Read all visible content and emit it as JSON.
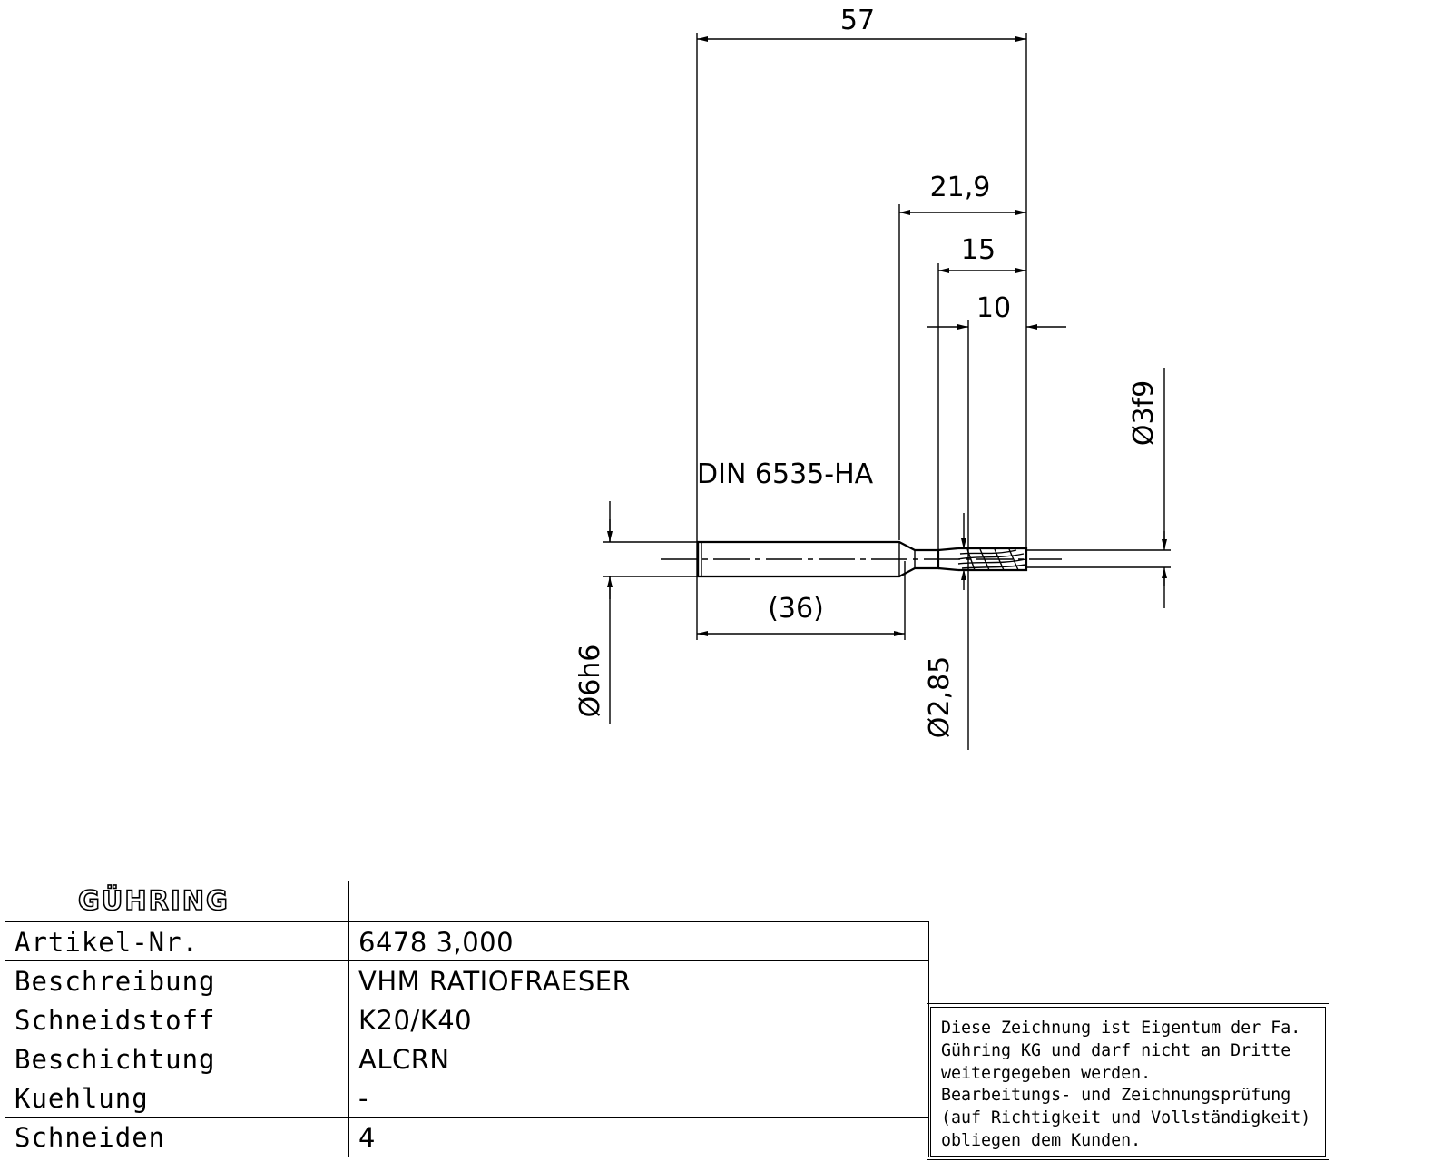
{
  "drawing": {
    "dimensions": {
      "overall_length": "57",
      "neck_length": "21,9",
      "reach_length": "15",
      "cutting_length": "10",
      "shank_length": "(36)",
      "shank_diameter": "Ø6h6",
      "neck_diameter": "Ø2,85",
      "cutter_diameter": "Ø3f9"
    },
    "standard_label": "DIN 6535-HA"
  },
  "title_block": {
    "logo_text": "GÜHRING",
    "rows": [
      {
        "label": "Artikel-Nr.",
        "value": "6478 3,000"
      },
      {
        "label": "Beschreibung",
        "value": "VHM RATIOFRAESER"
      },
      {
        "label": "Schneidstoff",
        "value": "K20/K40"
      },
      {
        "label": "Beschichtung",
        "value": "ALCRN"
      },
      {
        "label": "Kuehlung",
        "value": "-"
      },
      {
        "label": "Schneiden",
        "value": "4"
      }
    ]
  },
  "notice": {
    "lines": [
      "Diese Zeichnung ist Eigentum der Fa.",
      "Gühring KG und darf nicht an Dritte",
      "weitergegeben werden.",
      "Bearbeitungs- und Zeichnungsprüfung",
      "(auf Richtigkeit und Vollständigkeit)",
      "obliegen dem Kunden."
    ]
  }
}
